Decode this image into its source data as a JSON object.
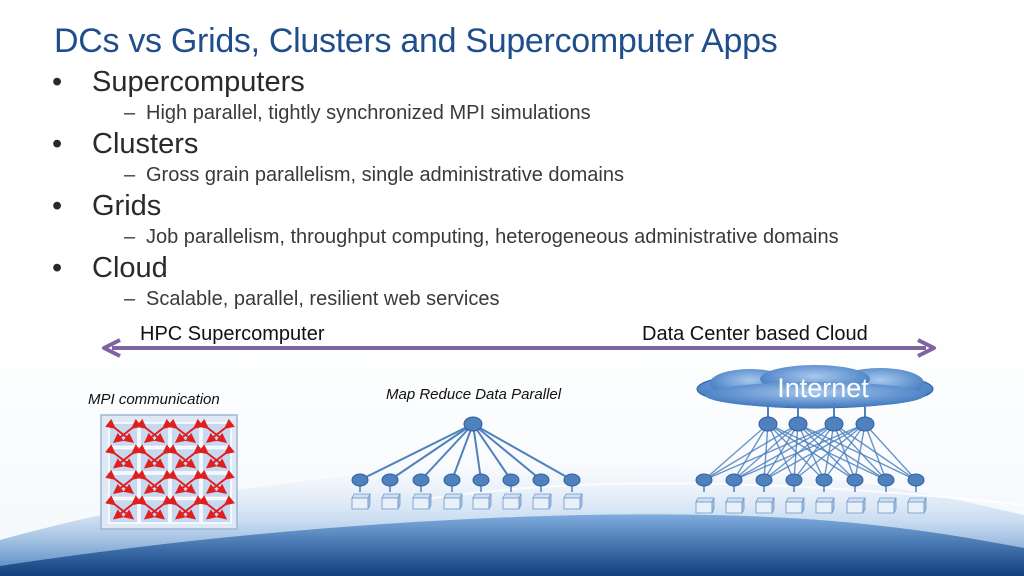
{
  "slide": {
    "title": "DCs vs Grids, Clusters and Supercomputer Apps",
    "bullets": [
      {
        "label": "Supercomputers",
        "sub": "High parallel, tightly synchronized MPI simulations"
      },
      {
        "label": "Clusters",
        "sub": "Gross grain parallelism, single administrative domains"
      },
      {
        "label": "Grids",
        "sub": "Job parallelism, throughput computing, heterogeneous administrative domains"
      },
      {
        "label": "Cloud",
        "sub": "Scalable, parallel, resilient web services"
      }
    ],
    "bullet_symbol": "•",
    "dash_symbol": "–"
  },
  "spectrum": {
    "left_label": "HPC Supercomputer",
    "right_label": "Data Center based Cloud",
    "arrow_color": "#8064a2"
  },
  "diagrams": {
    "mpi_caption": "MPI communication",
    "mapreduce_caption": "Map Reduce Data Parallel",
    "cloud_label": "Internet"
  },
  "colors": {
    "title": "#1f4e8c",
    "node": "#4f81bd",
    "mpi_arrow": "#e02020",
    "mpi_cell": "#c6d9f0"
  }
}
